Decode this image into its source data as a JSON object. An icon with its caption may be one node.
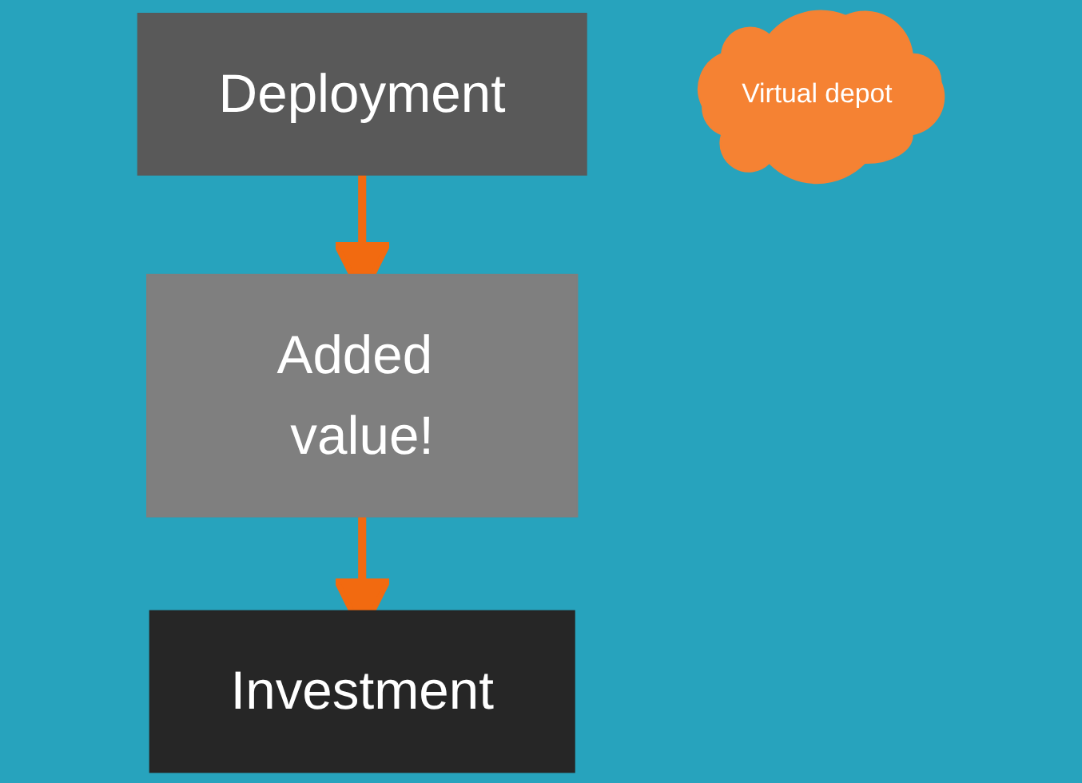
{
  "diagram": {
    "nodes": [
      {
        "text": [
          "Deployment"
        ]
      },
      {
        "text": [
          "Added value!"
        ]
      },
      {
        "text": [
          "Investment"
        ]
      },
      {
        "text": [
          "Virtual depot"
        ]
      }
    ],
    "edges": [
      {
        "from": 0,
        "to": 1,
        "arrow": "to"
      },
      {
        "from": 1,
        "to": 2,
        "arrow": "to"
      }
    ]
  }
}
